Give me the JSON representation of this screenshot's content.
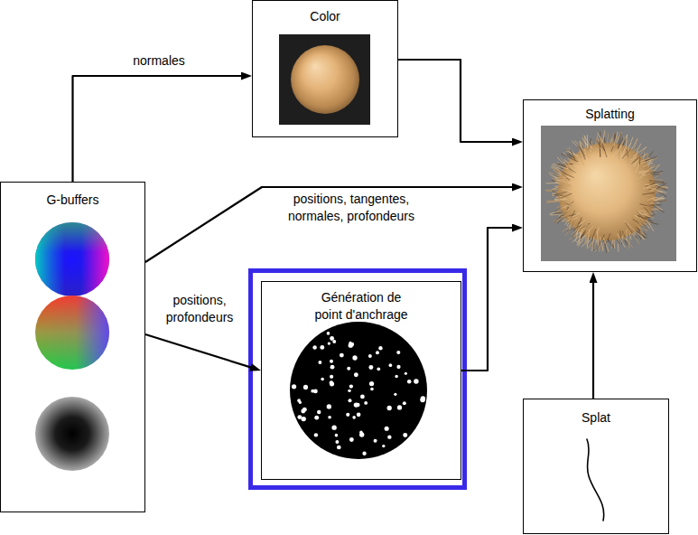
{
  "diagram": {
    "nodes": [
      {
        "text": [
          "G-buffers"
        ]
      },
      {
        "text": [
          "Color"
        ]
      },
      {
        "text": [
          "Splatting"
        ]
      },
      {
        "text": [
          "Génération de point d'anchrage"
        ]
      },
      {
        "text": [
          "Splat"
        ]
      }
    ],
    "edges": [
      {
        "from": 0,
        "to": 1,
        "label": "normales",
        "arrow": "to"
      },
      {
        "from": 1,
        "to": 2,
        "arrow": "to"
      },
      {
        "from": 0,
        "to": 2,
        "label": "positions, tangentes, normales, profondeurs",
        "arrow": "to"
      },
      {
        "from": 0,
        "to": 3,
        "label": "positions, profondeurs",
        "arrow": "to"
      },
      {
        "from": 3,
        "to": 2,
        "arrow": "to"
      },
      {
        "from": 4,
        "to": 2,
        "arrow": "to"
      }
    ]
  }
}
